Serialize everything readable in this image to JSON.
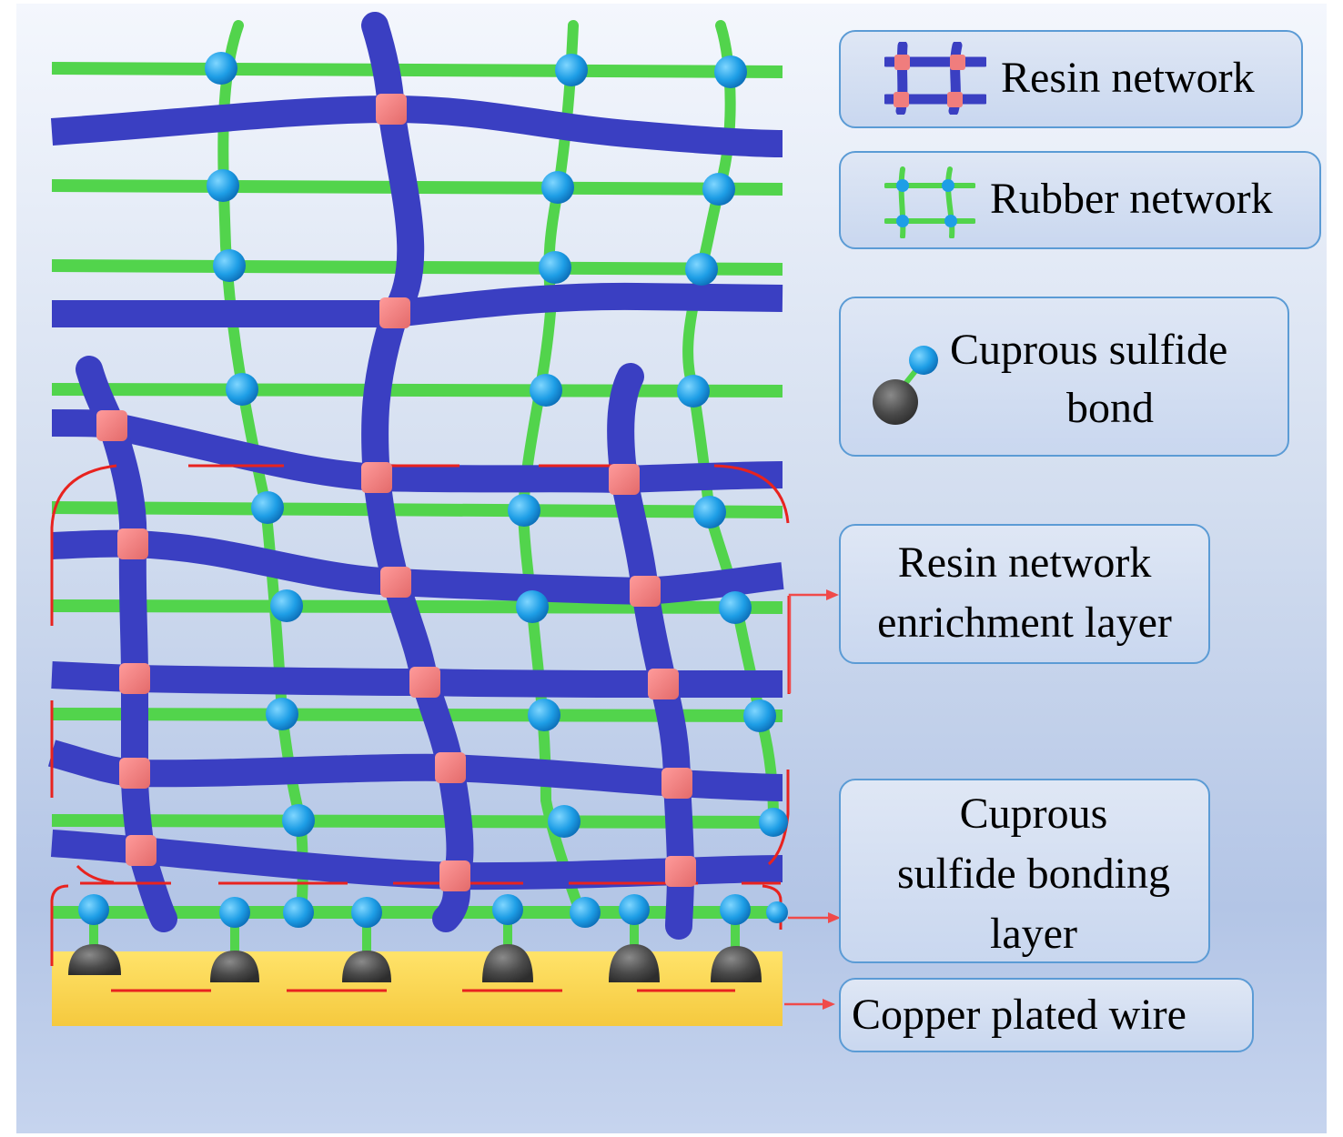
{
  "legend": {
    "resin_network": "Resin network",
    "rubber_network": "Rubber network",
    "cuprous_sulfide_bond_line1": "Cuprous sulfide",
    "cuprous_sulfide_bond_line2": "bond"
  },
  "layers": {
    "resin_enrichment_line1": "Resin network",
    "resin_enrichment_line2": "enrichment layer",
    "bonding_line1": "Cuprous",
    "bonding_line2": "sulfide bonding",
    "bonding_line3": "layer",
    "copper_wire": "Copper plated wire"
  },
  "colors": {
    "resin": "#3a3fc2",
    "rubber": "#52d44c",
    "resin_node": "#f07d7d",
    "rubber_node": "#1e9ee6",
    "sulfide_atom": "#4a4a4a",
    "copper": "#f7cf4a",
    "bracket": "#e8231f",
    "box_border": "#5b9bd5"
  }
}
